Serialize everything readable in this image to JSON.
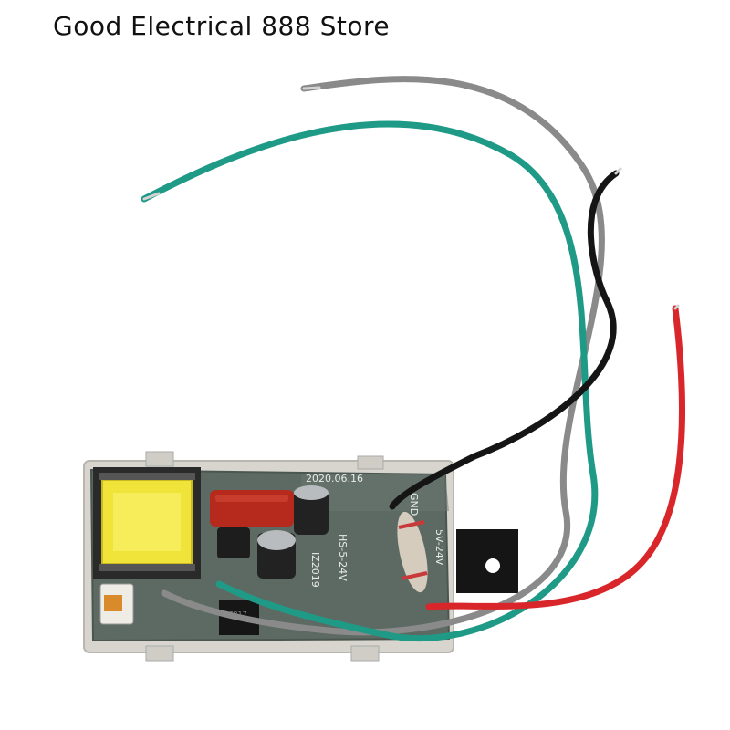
{
  "header": {
    "store_name": "Good Electrical 888 Store"
  },
  "board": {
    "silkscreen_date": "2020.06.16",
    "silkscreen_model": "HS-5-24V",
    "silkscreen_voltage": "5V-24V",
    "silkscreen_gnd": "GND",
    "silkscreen_code": "IZ2019",
    "chip_label": "PC817"
  },
  "colors": {
    "board": "#5d6a63",
    "housing": "#d8d6cf",
    "wire_gray": "#8a8a8a",
    "wire_green": "#1f9a86",
    "wire_black": "#151515",
    "wire_red": "#d8262a",
    "transformer_yellow": "#f3e73a",
    "capacitor_red": "#b52a1c"
  }
}
